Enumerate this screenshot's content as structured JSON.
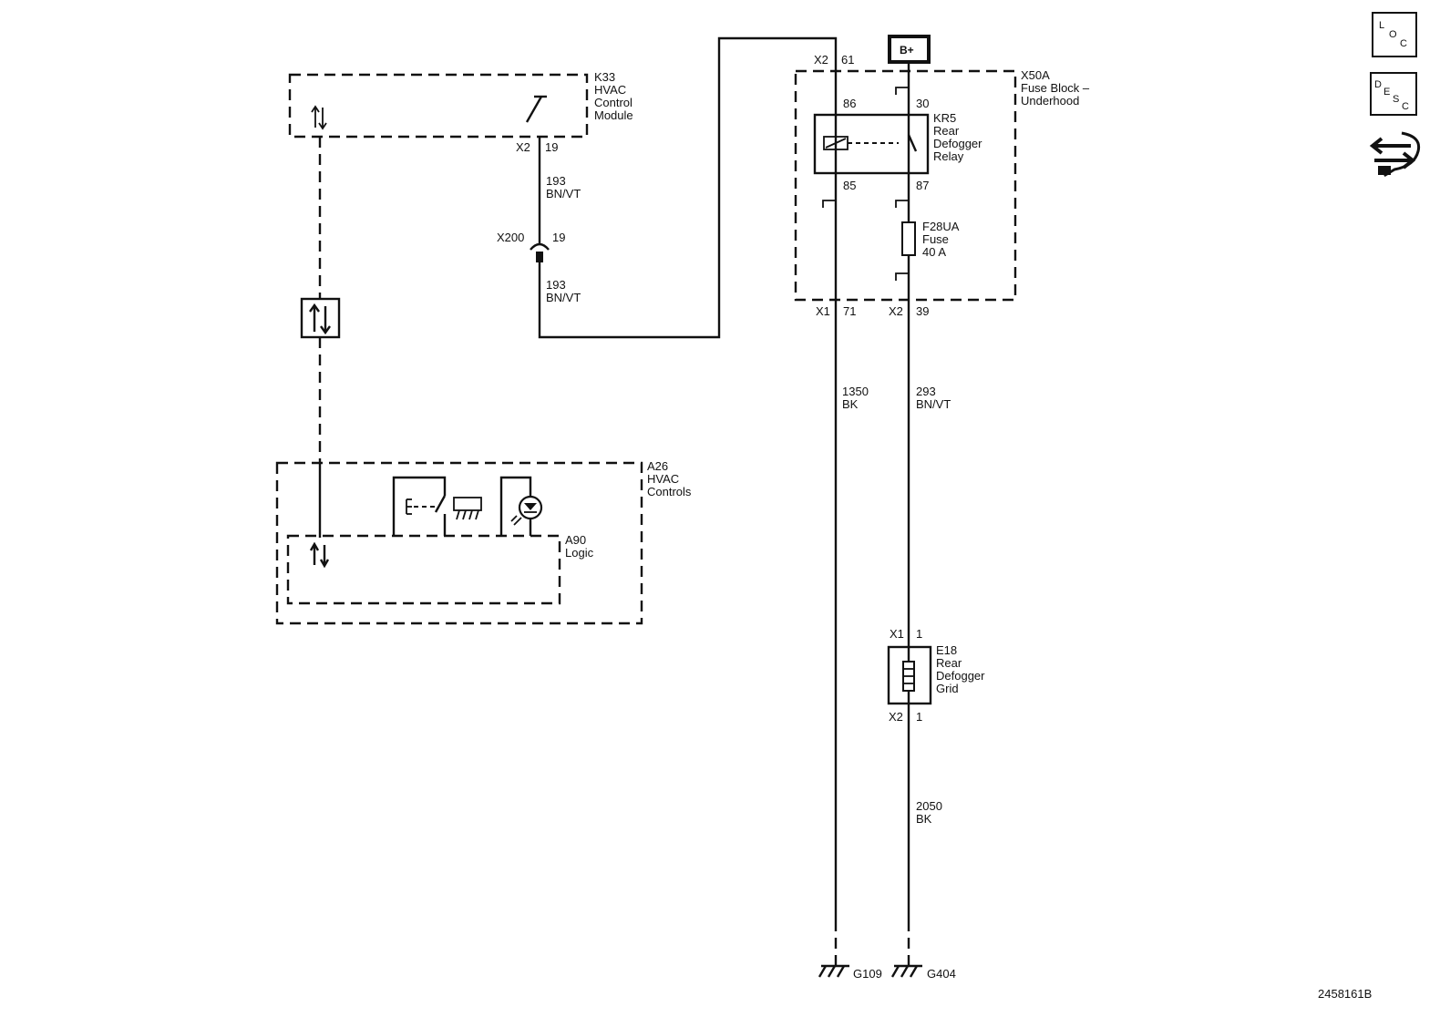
{
  "modules": {
    "k33": {
      "lines": [
        "K33",
        "HVAC",
        "Control",
        "Module"
      ],
      "conn": "X2",
      "pin": "19"
    },
    "a26": {
      "lines": [
        "A26",
        "HVAC",
        "Controls"
      ]
    },
    "a90": {
      "lines": [
        "A90",
        "Logic"
      ]
    },
    "x50a": {
      "lines": [
        "X50A",
        "Fuse Block –",
        "Underhood"
      ]
    },
    "kr5": {
      "lines": [
        "KR5",
        "Rear",
        "Defogger",
        "Relay"
      ],
      "pin86": "86",
      "pin85": "85",
      "pin30": "30",
      "pin87": "87"
    },
    "f28ua": {
      "lines": [
        "F28UA",
        "Fuse",
        "40 A"
      ]
    },
    "e18": {
      "lines": [
        "E18",
        "Rear",
        "Defogger",
        "Grid"
      ],
      "conn_top": "X1",
      "pin_top": "1",
      "conn_bottom": "X2",
      "pin_bottom": "1"
    }
  },
  "power": {
    "label": "B+"
  },
  "connectors": {
    "x200": {
      "name": "X200",
      "pin": "19"
    },
    "top_left": {
      "conn": "X2",
      "pin": "61"
    },
    "bottom_left": {
      "conn": "X1",
      "pin": "71"
    },
    "bottom_right": {
      "conn": "X2",
      "pin": "39"
    }
  },
  "wires": {
    "w193_a": {
      "circuit": "193",
      "color": "BN/VT"
    },
    "w193_b": {
      "circuit": "193",
      "color": "BN/VT"
    },
    "w1350": {
      "circuit": "1350",
      "color": "BK"
    },
    "w293": {
      "circuit": "293",
      "color": "BN/VT"
    },
    "w2050": {
      "circuit": "2050",
      "color": "BK"
    }
  },
  "grounds": {
    "g109": "G109",
    "g404": "G404"
  },
  "nav": {
    "loc": [
      "L",
      "O",
      "C"
    ],
    "desc": [
      "D",
      "E",
      "S",
      "C"
    ]
  },
  "figure_id": "2458161B"
}
